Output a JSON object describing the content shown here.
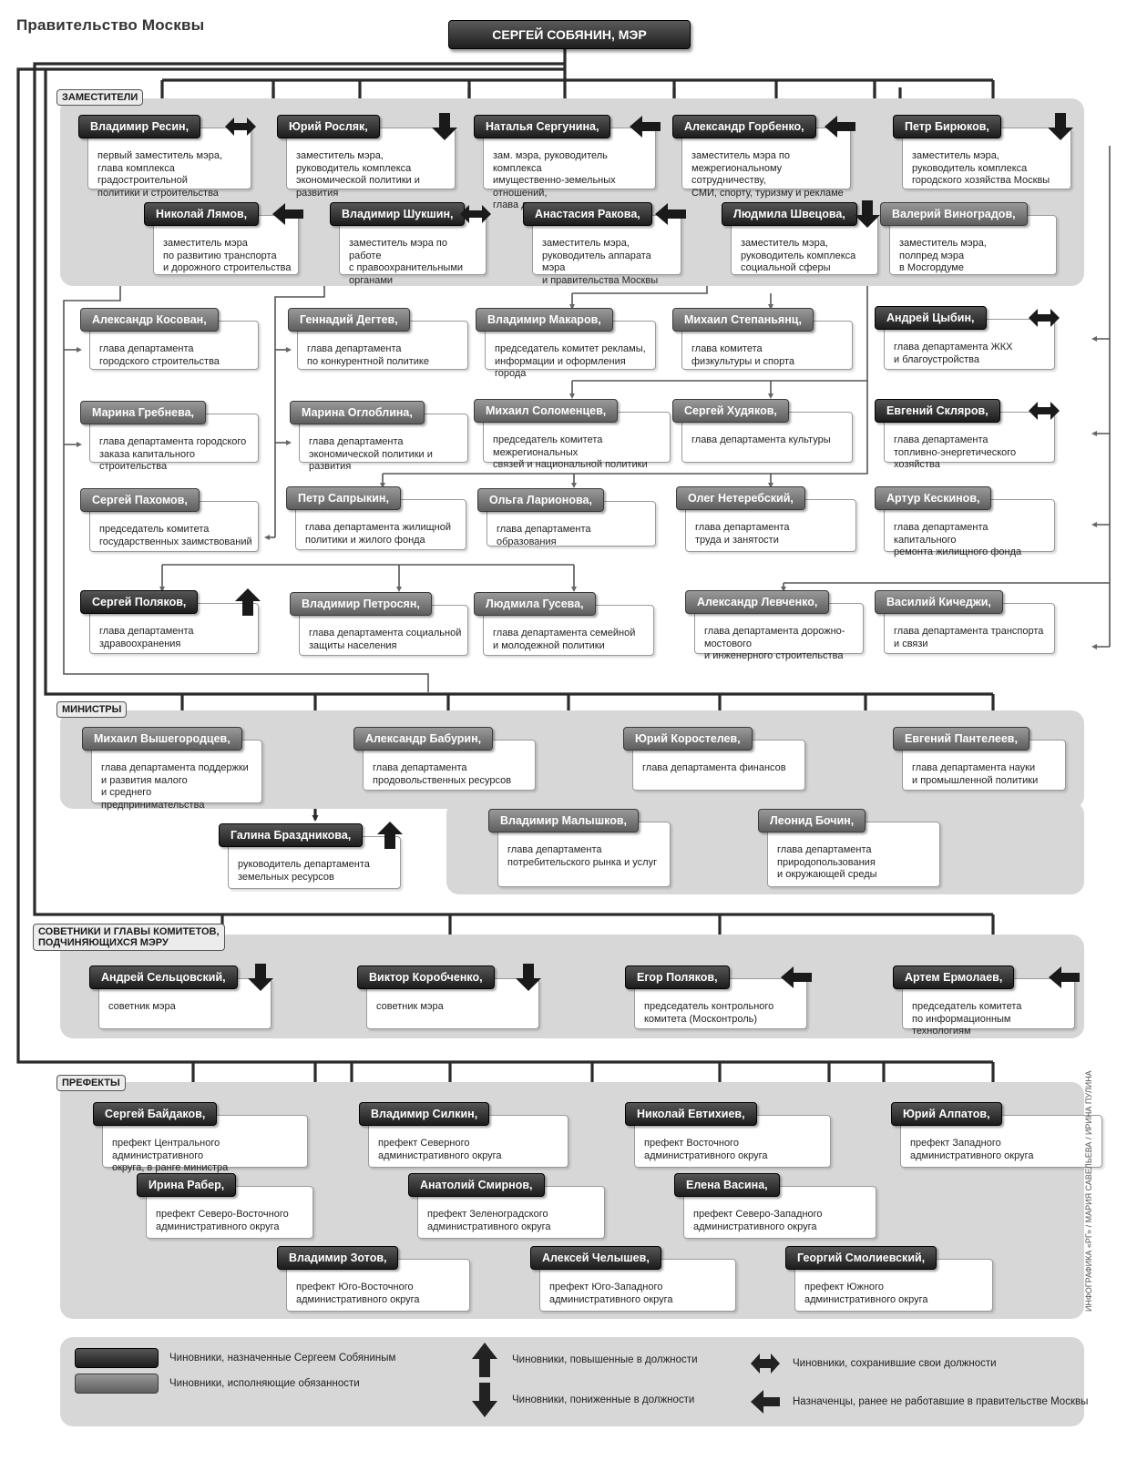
{
  "title": "Правительство Москвы",
  "mayor": "СЕРГЕЙ СОБЯНИН, МЭР",
  "sections": {
    "deputies": "ЗАМЕСТИТЕЛИ",
    "ministers": "МИНИСТРЫ",
    "advisers": "СОВЕТНИКИ И ГЛАВЫ КОМИТЕТОВ,\nПОДЧИНЯЮЩИХСЯ МЭРУ",
    "prefects": "ПРЕФЕКТЫ"
  },
  "people": [
    {
      "id": "resin",
      "name": "Владимир Ресин,",
      "role": "первый заместитель мэра,\nглава комплекса градостроительной\nполитики и строительства",
      "kind": "appointed",
      "status": "retained"
    },
    {
      "id": "roslyak",
      "name": "Юрий Росляк,",
      "role": "заместитель мэра,\nруководитель комплекса\nэкономической политики и развития",
      "kind": "appointed",
      "status": "demoted"
    },
    {
      "id": "sergunina",
      "name": "Наталья Сергунина,",
      "role": "зам. мэра, руководитель комплекса\nимущественно-земельных отношений,\nглава департамента имущества",
      "kind": "appointed",
      "status": "new"
    },
    {
      "id": "gorbenko",
      "name": "Александр Горбенко,",
      "role": "заместитель мэра по\nмежрегиональному сотрудничеству,\nСМИ, спорту, туризму и рекламе",
      "kind": "appointed",
      "status": "new"
    },
    {
      "id": "biryukov",
      "name": "Петр Бирюков,",
      "role": "заместитель мэра,\nруководитель комплекса\nгородского хозяйства Москвы",
      "kind": "appointed",
      "status": "demoted"
    },
    {
      "id": "lyamov",
      "name": "Николай Лямов,",
      "role": "заместитель мэра\nпо развитию транспорта\nи дорожного строительства",
      "kind": "appointed",
      "status": "new"
    },
    {
      "id": "shukshin",
      "name": "Владимир Шукшин,",
      "role": "заместитель мэра по работе\nс правоохранительными\nорганами",
      "kind": "appointed",
      "status": "retained"
    },
    {
      "id": "rakova",
      "name": "Анастасия Ракова,",
      "role": "заместитель мэра,\nруководитель аппарата мэра\nи правительства Москвы",
      "kind": "appointed",
      "status": "new"
    },
    {
      "id": "shvetsova",
      "name": "Людмила Швецова,",
      "role": "заместитель мэра,\nруководитель комплекса\nсоциальной сферы",
      "kind": "appointed",
      "status": "demoted"
    },
    {
      "id": "vinogradov",
      "name": "Валерий Виноградов,",
      "role": "заместитель мэра,\nполпред мэра\nв Мосгордуме",
      "kind": "acting",
      "status": ""
    },
    {
      "id": "kosovan",
      "name": "Александр Косован,",
      "role": "глава департамента\nгородского строительства",
      "kind": "acting",
      "status": ""
    },
    {
      "id": "degtev",
      "name": "Геннадий Дегтев,",
      "role": "глава департамента\nпо конкурентной политике",
      "kind": "acting",
      "status": ""
    },
    {
      "id": "makarov",
      "name": "Владимир Макаров,",
      "role": "председатель комитет рекламы,\nинформации и оформления города",
      "kind": "acting",
      "status": ""
    },
    {
      "id": "stepanyants",
      "name": "Михаил Степаньянц,",
      "role": "глава комитета\nфизкультуры и спорта",
      "kind": "acting",
      "status": ""
    },
    {
      "id": "tsybin",
      "name": "Андрей Цыбин,",
      "role": "глава департамента ЖКХ\nи благоустройства",
      "kind": "appointed",
      "status": "retained"
    },
    {
      "id": "grebneva",
      "name": "Марина Гребнева,",
      "role": "глава департамента городского\nзаказа капитального строительства",
      "kind": "acting",
      "status": ""
    },
    {
      "id": "ogloblina",
      "name": "Марина Оглоблина,",
      "role": "глава департамента\nэкономической политики и развития",
      "kind": "acting",
      "status": ""
    },
    {
      "id": "solomentsev",
      "name": "Михаил Соломенцев,",
      "role": "председатель комитета межрегиональных\nсвязей и национальной политики",
      "kind": "acting",
      "status": ""
    },
    {
      "id": "khudyakov",
      "name": "Сергей Худяков,",
      "role": "глава департамента культуры",
      "kind": "acting",
      "status": ""
    },
    {
      "id": "sklyarov",
      "name": "Евгений Скляров,",
      "role": "глава департамента\nтопливно-энергетического хозяйства",
      "kind": "appointed",
      "status": "retained"
    },
    {
      "id": "pakhomov",
      "name": "Сергей Пахомов,",
      "role": "председатель комитета\nгосударственных заимствований",
      "kind": "acting",
      "status": ""
    },
    {
      "id": "saprykin",
      "name": "Петр Сапрыкин,",
      "role": "глава департамента жилищной\nполитики и жилого фонда",
      "kind": "acting",
      "status": ""
    },
    {
      "id": "larionova",
      "name": "Ольга Ларионова,",
      "role": "глава департамента образования",
      "kind": "acting",
      "status": ""
    },
    {
      "id": "neterebsky",
      "name": "Олег Нетеребский,",
      "role": "глава департамента\nтруда и занятости",
      "kind": "acting",
      "status": ""
    },
    {
      "id": "keskinov",
      "name": "Артур Кескинов,",
      "role": "глава департамента капитального\nремонта жилищного фонда",
      "kind": "acting",
      "status": ""
    },
    {
      "id": "polyakov_s",
      "name": "Сергей Поляков,",
      "role": "глава департамента\nздравоохранения",
      "kind": "appointed",
      "status": "promoted"
    },
    {
      "id": "petrosyan",
      "name": "Владимир Петросян,",
      "role": "глава департамента социальной\nзащиты населения",
      "kind": "acting",
      "status": ""
    },
    {
      "id": "guseva",
      "name": "Людмила Гусева,",
      "role": "глава департамента семейной\nи молодежной политики",
      "kind": "acting",
      "status": ""
    },
    {
      "id": "levchenko",
      "name": "Александр Левченко,",
      "role": "глава департамента дорожно-мостового\nи инженерного строительства",
      "kind": "acting",
      "status": ""
    },
    {
      "id": "kichedzhi",
      "name": "Василий Кичеджи,",
      "role": "глава департамента транспорта\nи связи",
      "kind": "acting",
      "status": ""
    },
    {
      "id": "vyshegorodtsev",
      "name": "Михаил Вышегородцев,",
      "role": "глава департамента поддержки\nи развития малого\nи среднего предпринимательства",
      "kind": "acting",
      "status": ""
    },
    {
      "id": "baburin",
      "name": "Александр Бабурин,",
      "role": "глава департамента\nпродовольственных ресурсов",
      "kind": "acting",
      "status": ""
    },
    {
      "id": "korostelev",
      "name": "Юрий Коростелев,",
      "role": "глава департамента финансов",
      "kind": "acting",
      "status": ""
    },
    {
      "id": "panteleev",
      "name": "Евгений Пантелеев,",
      "role": "глава департамента науки\nи промышленной политики",
      "kind": "acting",
      "status": ""
    },
    {
      "id": "braznikova",
      "name": "Галина Браздникова,",
      "role": "руководитель департамента\nземельных ресурсов",
      "kind": "appointed",
      "status": "promoted"
    },
    {
      "id": "malyshkov",
      "name": "Владимир Малышков,",
      "role": "глава департамента\nпотребительского рынка и услуг",
      "kind": "acting",
      "status": ""
    },
    {
      "id": "bochin",
      "name": "Леонид Бочин,",
      "role": "глава департамента\nприродопользования\nи окружающей среды",
      "kind": "acting",
      "status": ""
    },
    {
      "id": "seltsovsky",
      "name": "Андрей Сельцовский,",
      "role": "советник мэра",
      "kind": "appointed",
      "status": "demoted"
    },
    {
      "id": "korobchenko",
      "name": "Виктор Коробченко,",
      "role": "советник мэра",
      "kind": "appointed",
      "status": "demoted"
    },
    {
      "id": "polyakov_e",
      "name": "Егор Поляков,",
      "role": "председатель контрольного\nкомитета (Москонтроль)",
      "kind": "appointed",
      "status": "new"
    },
    {
      "id": "ermolaev",
      "name": "Артем Ермолаев,",
      "role": "председатель комитета\nпо информационным технологиям",
      "kind": "appointed",
      "status": "new"
    },
    {
      "id": "baydakov",
      "name": "Сергей Байдаков,",
      "role": "префект Центрального административного\nокруга, в ранге министра",
      "kind": "appointed",
      "status": ""
    },
    {
      "id": "silkin",
      "name": "Владимир Силкин,",
      "role": "префект Северного\nадминистративного округа",
      "kind": "appointed",
      "status": ""
    },
    {
      "id": "evtikhiev",
      "name": "Николай Евтихиев,",
      "role": "префект Восточного\nадминистративного округа",
      "kind": "appointed",
      "status": ""
    },
    {
      "id": "alpatov",
      "name": "Юрий Алпатов,",
      "role": "префект Западного\nадминистративного округа",
      "kind": "appointed",
      "status": ""
    },
    {
      "id": "raber",
      "name": "Ирина Рабер,",
      "role": "префект Северо-Восточного\nадминистративного округа",
      "kind": "appointed",
      "status": ""
    },
    {
      "id": "smirnov",
      "name": "Анатолий Смирнов,",
      "role": "префект Зеленоградского\nадминистративного округа",
      "kind": "appointed",
      "status": ""
    },
    {
      "id": "vasina",
      "name": "Елена Васина,",
      "role": "префект Северо-Западного\nадминистративного округа",
      "kind": "appointed",
      "status": ""
    },
    {
      "id": "zotov",
      "name": "Владимир Зотов,",
      "role": "префект Юго-Восточного\nадминистративного округа",
      "kind": "appointed",
      "status": ""
    },
    {
      "id": "chelyshev",
      "name": "Алексей Челышев,",
      "role": "префект Юго-Западного\nадминистративного округа",
      "kind": "appointed",
      "status": ""
    },
    {
      "id": "smolievsky",
      "name": "Георгий Смолиевский,",
      "role": "префект Южного\nадминистративного округа",
      "kind": "appointed",
      "status": ""
    }
  ],
  "legend": {
    "appointed": "Чиновники, назначенные Сергеем Собяниным",
    "acting": "Чиновники, исполняющие обязанности",
    "promoted": "Чиновники, повышенные в должности",
    "demoted": "Чиновники, пониженные в должности",
    "retained": "Чиновники, сохранившие свои должности",
    "new": "Назначенцы, ранее не работавшие в правительстве Москвы"
  },
  "credit": "ИНФОГРАФИКА «РГ» / МАРИЯ САВЕЛЬЕВА / ИРИНА ПУЛИНА",
  "colors": {
    "panel": "#d7d7d7",
    "appointed": "#2a2a2a",
    "acting": "#7a7a7a",
    "line": "#2b2b2b"
  }
}
